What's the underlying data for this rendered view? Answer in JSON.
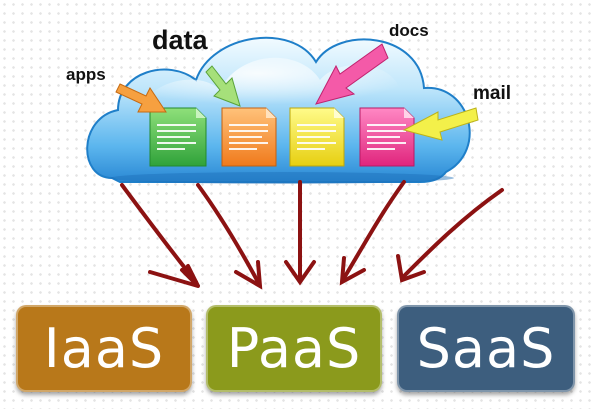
{
  "labels": {
    "data": "data",
    "apps": "apps",
    "docs": "docs",
    "mail": "mail"
  },
  "service_models": [
    {
      "label": "IaaS",
      "color": "#b8781a"
    },
    {
      "label": "PaaS",
      "color": "#8b9a1c"
    },
    {
      "label": "SaaS",
      "color": "#3d5e7e"
    }
  ],
  "icons": {
    "cloud": "cloud-icon",
    "documents": [
      "green-document-icon",
      "orange-document-icon",
      "yellow-document-icon",
      "pink-document-icon"
    ],
    "arrows_in": [
      "orange-arrow-icon",
      "green-arrow-icon",
      "pink-arrow-icon",
      "yellow-arrow-icon"
    ],
    "arrows_out": "red-arrow-icon"
  },
  "colors": {
    "cloud_light": "#e9f7ff",
    "cloud_dark": "#2f8fd8",
    "arrow_red": "#8c1212"
  }
}
